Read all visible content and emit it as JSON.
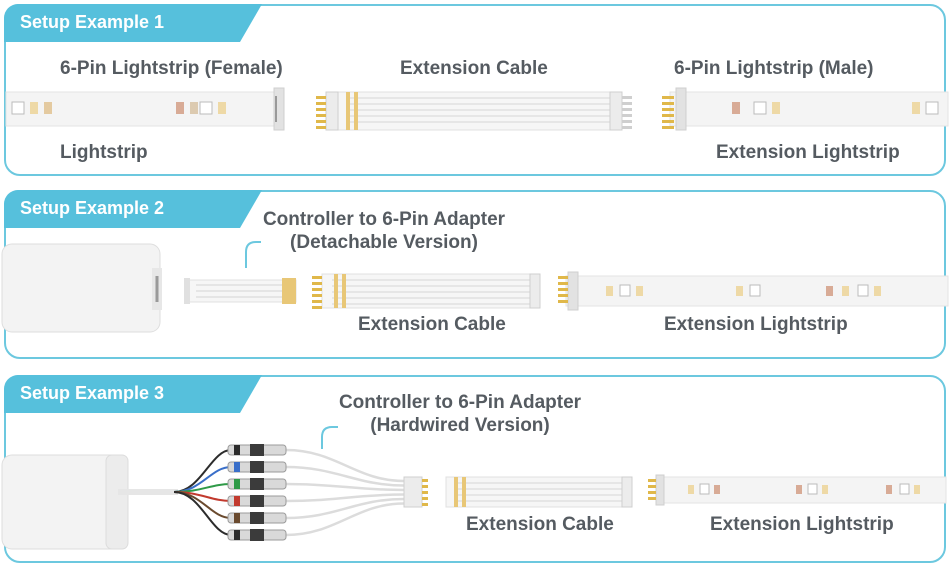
{
  "setups": [
    {
      "title": "Setup Example 1",
      "labels": {
        "female": "6-Pin Lightstrip (Female)",
        "cable": "Extension Cable",
        "male": "6-Pin Lightstrip (Male)",
        "lightstrip": "Lightstrip",
        "extension_lightstrip": "Extension Lightstrip"
      }
    },
    {
      "title": "Setup Example 2",
      "labels": {
        "adapter_line1": "Controller to 6-Pin Adapter",
        "adapter_line2": "(Detachable Version)",
        "cable": "Extension Cable",
        "extension_lightstrip": "Extension Lightstrip"
      }
    },
    {
      "title": "Setup Example 3",
      "labels": {
        "adapter_line1": "Controller to 6-Pin Adapter",
        "adapter_line2": "(Hardwired Version)",
        "cable": "Extension Cable",
        "extension_lightstrip": "Extension Lightstrip"
      }
    }
  ],
  "colors": {
    "accent": "#56c0dc",
    "border": "#6cc8df",
    "label": "#555b61",
    "wire_colors": [
      "#2c2c2c",
      "#3a6fc9",
      "#2f9a48",
      "#c23a2e",
      "#6a4a2e",
      "#2c2c2c"
    ]
  }
}
